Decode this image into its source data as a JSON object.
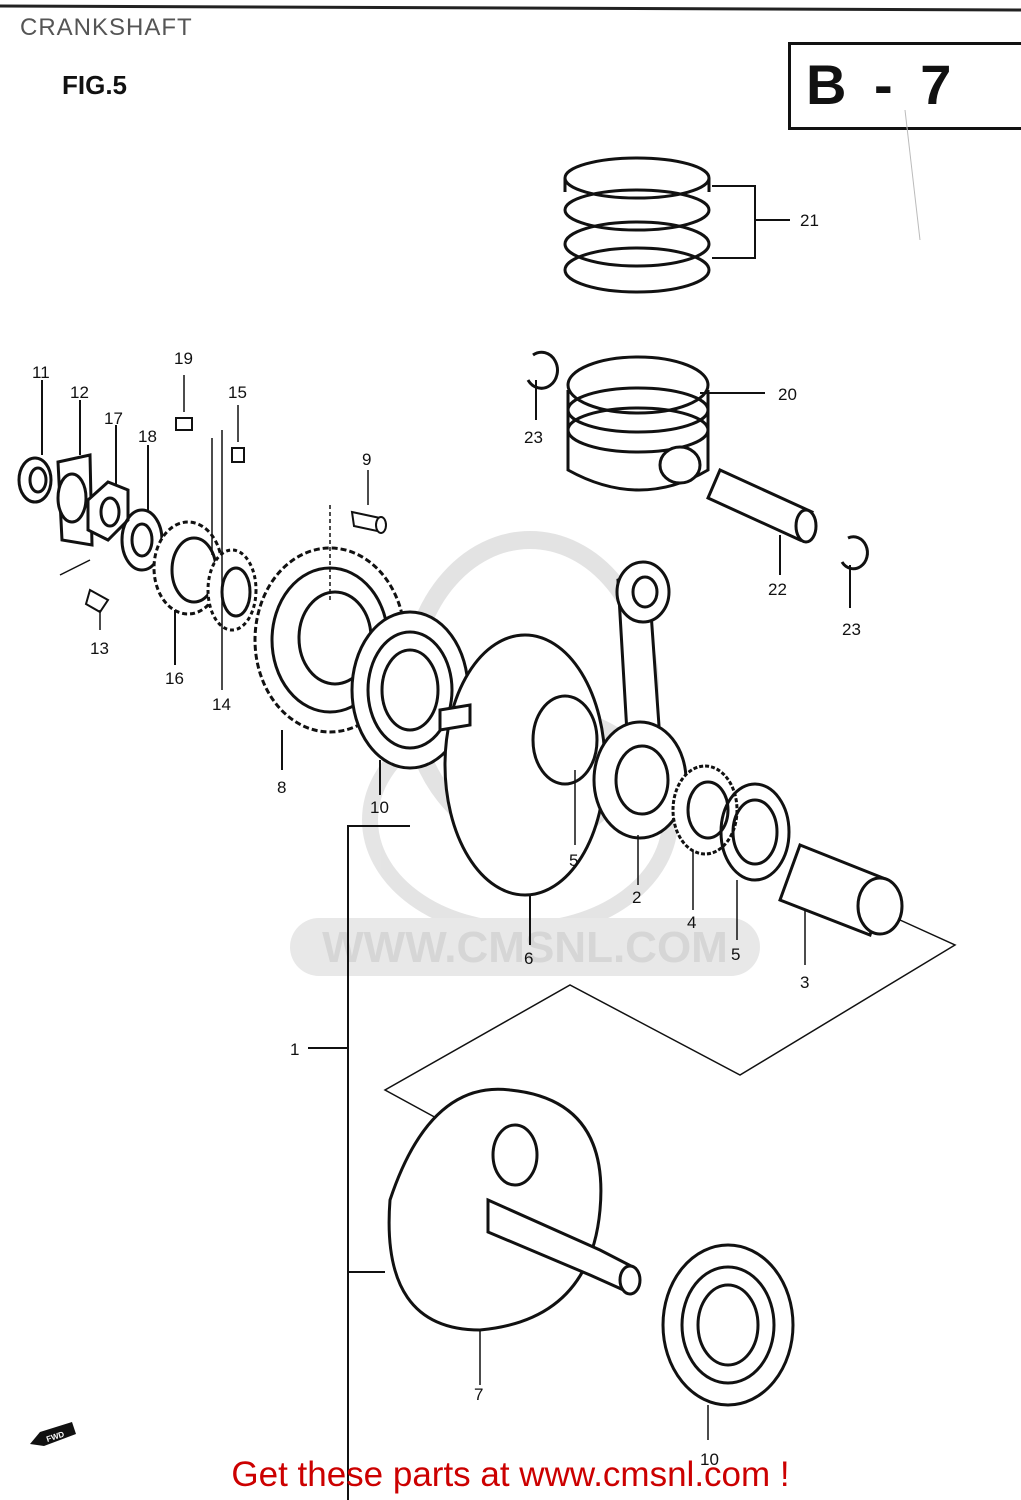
{
  "header": {
    "title": "CRANKSHAFT",
    "figure_label": "FIG.5",
    "sheet_code": "B - 7"
  },
  "watermark": {
    "text": "WWW.CMSNL.COM"
  },
  "callouts": {
    "c1": "1",
    "c2": "2",
    "c3": "3",
    "c4": "4",
    "c5a": "5",
    "c5b": "5",
    "c6": "6",
    "c7": "7",
    "c8": "8",
    "c9": "9",
    "c10a": "10",
    "c10b": "10",
    "c11": "11",
    "c12": "12",
    "c13": "13",
    "c14": "14",
    "c15": "15",
    "c16": "16",
    "c17": "17",
    "c18": "18",
    "c19": "19",
    "c20": "20",
    "c21": "21",
    "c22": "22",
    "c23a": "23",
    "c23b": "23"
  },
  "fwd_label": "FWD",
  "footer": {
    "text": "Get these parts at www.cmsnl.com !",
    "color": "#cc0000"
  }
}
